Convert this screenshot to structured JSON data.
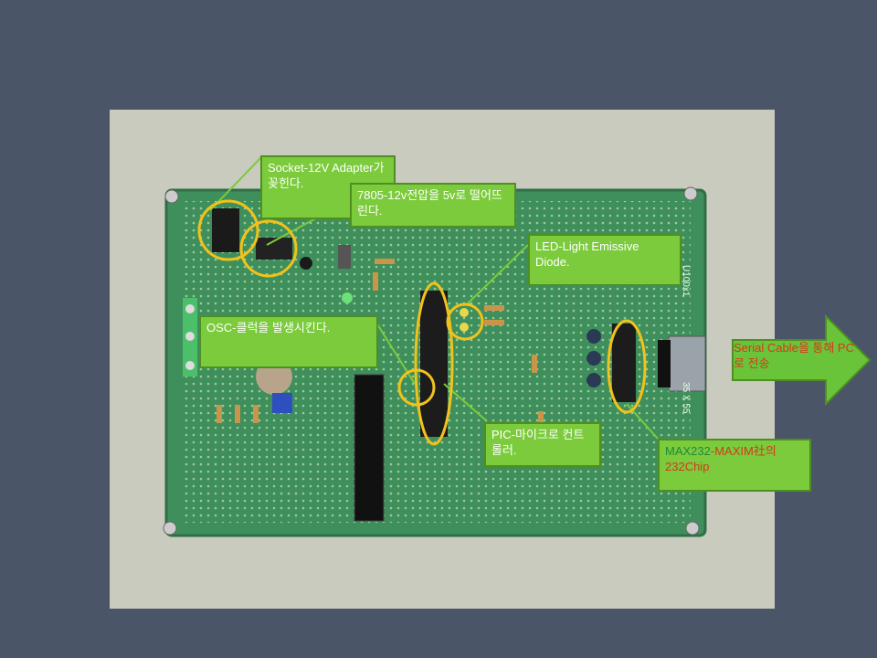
{
  "callouts": {
    "socket": "Socket-12V Adapter가 꽂힌다.",
    "regulator": "7805-12v전압을 5v로 떨어뜨린다.",
    "led": "LED-Light Emissive Diode.",
    "osc": "OSC-클럭을 발생시킨다.",
    "pic": "PIC-마이크로 컨트롤러.",
    "max232_part1": "MAX232",
    "max232_part2": "-MAXIM社의 232Chip",
    "serial": "Serial Cable을 통해 PC로 전송"
  },
  "board_print": {
    "model": "U100x1",
    "size": "35 X 55"
  },
  "colors": {
    "background": "#4a5568",
    "board": "#3d8a5a",
    "callout_fill": "#7bcb3c",
    "highlight_ring": "#f2c21b",
    "arrow": "#6ac43a",
    "serial_text": "#d23a1a"
  },
  "icons": {
    "arrow": "right-arrow-icon",
    "rings": "highlight-ring"
  }
}
